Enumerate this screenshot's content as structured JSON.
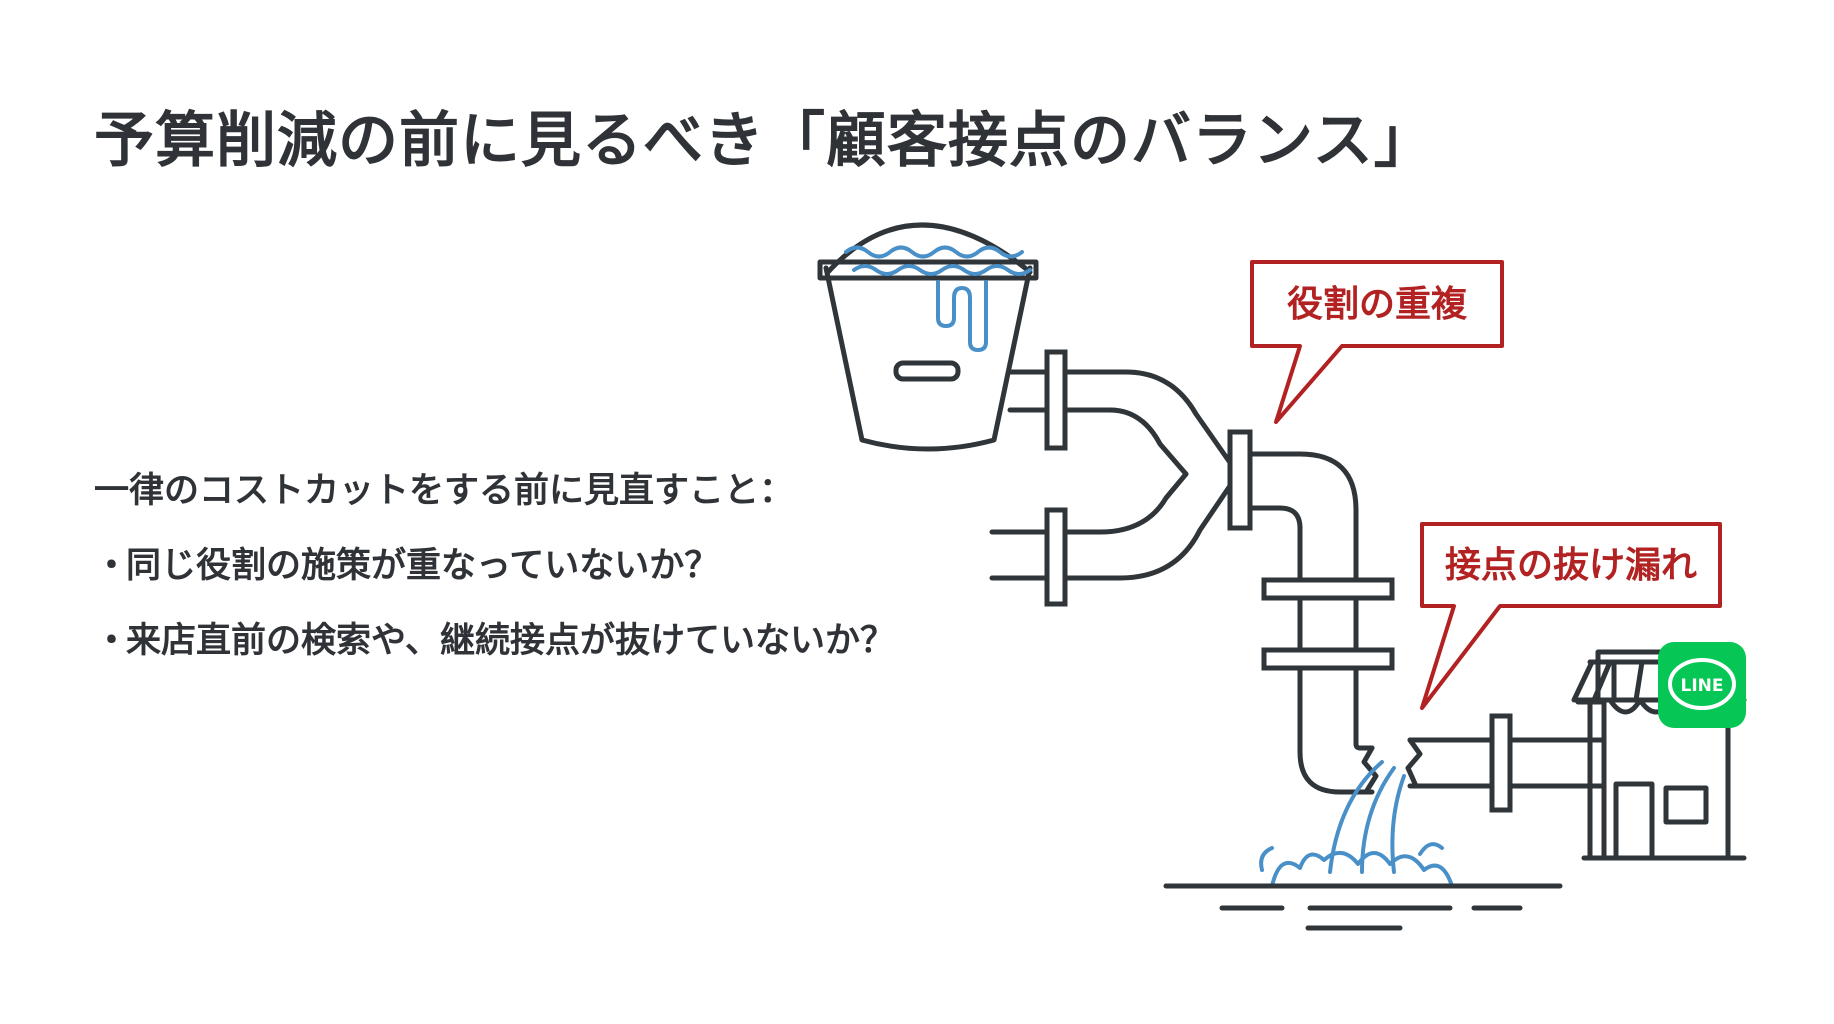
{
  "slide": {
    "title": "予算削減の前に見るべき「顧客接点のバランス」",
    "lead": "一律のコストカットをする前に見直すこと：",
    "bullet_mark": "・",
    "items": [
      "同じ役割の施策が重なっていないか？",
      "来店直前の検索や、継続接点が抜けていないか？"
    ]
  },
  "diagram": {
    "callouts": [
      {
        "label": "役割の重複"
      },
      {
        "label": "接点の抜け漏れ"
      }
    ],
    "badge": {
      "label": "LINE"
    },
    "icons": [
      "bucket-icon",
      "store-icon",
      "line-badge-icon"
    ],
    "colors": {
      "callout": "#b22222",
      "water": "#4a90c8",
      "line_stroke": "#2f3539",
      "badge": "#06c755"
    }
  }
}
